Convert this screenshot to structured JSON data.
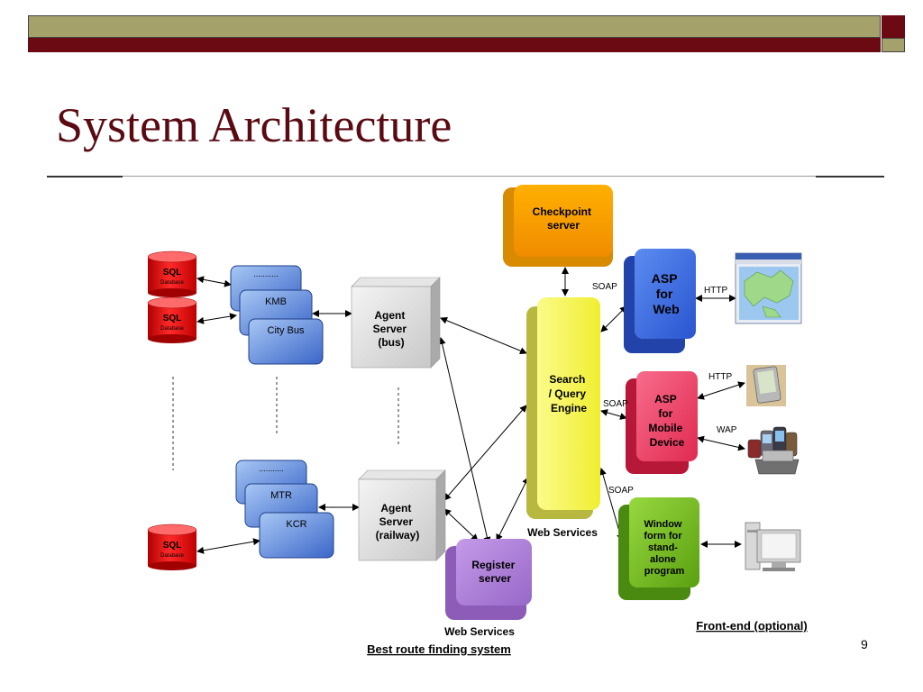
{
  "slide": {
    "title": "System Architecture",
    "page_number": "9"
  },
  "nodes": {
    "sql1_title": "SQL",
    "sql1_sub": "Database",
    "sql2_title": "SQL",
    "sql2_sub": "Database",
    "sql3_title": "SQL",
    "sql3_sub": "Database",
    "bus_dots": "...........",
    "kmb": "KMB",
    "citybus": "City Bus",
    "rail_dots": "...........",
    "mtr": "MTR",
    "kcr": "KCR",
    "agent_bus": [
      "Agent",
      "Server",
      "(bus)"
    ],
    "agent_rail": [
      "Agent",
      "Server",
      "(railway)"
    ],
    "checkpoint": [
      "Checkpoint",
      "server"
    ],
    "search": [
      "Search",
      "/ Query",
      "Engine"
    ],
    "register": [
      "Register",
      "server"
    ],
    "asp_web": [
      "ASP",
      "for",
      "Web"
    ],
    "asp_mobile": [
      "ASP",
      "for",
      "Mobile",
      "Device"
    ],
    "window_form": [
      "Window",
      "form for",
      "stand-",
      "alone",
      "program"
    ]
  },
  "labels": {
    "soap1": "SOAP",
    "soap2": "SOAP",
    "soap3": "SOAP",
    "http1": "HTTP",
    "http2": "HTTP",
    "wap": "WAP",
    "web_services_1": "Web Services",
    "web_services_2": "Web Services",
    "best_route": "Best route finding system",
    "front_end": "Front-end (optional)"
  },
  "colors": {
    "accent_maroon": "#6b0a12",
    "accent_olive": "#a4a26a",
    "sql_red": "#e01010",
    "blue_box": "#5b8fe0",
    "checkpoint_orange": "#f5a800",
    "search_yellow": "#f6f44a",
    "register_purple": "#b082d8",
    "asp_web_blue": "#3f6fe0",
    "asp_mobile_pink": "#ee4468",
    "window_green": "#78c020"
  }
}
